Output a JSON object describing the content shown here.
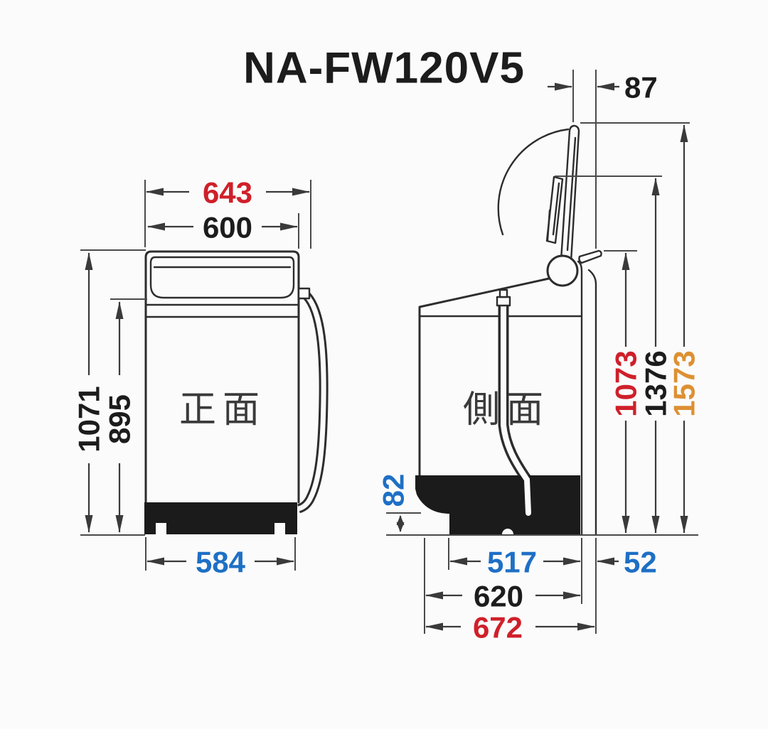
{
  "title": "NA-FW120V5",
  "colors": {
    "red": "#cf202a",
    "blue": "#1e6fc5",
    "orange": "#dd9032",
    "black": "#1c1c1c"
  },
  "front_view": {
    "label": "正面",
    "dims": {
      "overall_width": {
        "value": "643",
        "color": "#cf202a"
      },
      "body_width": {
        "value": "600",
        "color": "#1c1c1c"
      },
      "overall_height": {
        "value": "1071",
        "color": "#1c1c1c"
      },
      "body_height": {
        "value": "895",
        "color": "#1c1c1c"
      },
      "feet_width": {
        "value": "584",
        "color": "#1e6fc5"
      }
    }
  },
  "side_view": {
    "label": "側面",
    "dims": {
      "lid_back_offset": {
        "value": "87",
        "color": "#1c1c1c"
      },
      "height_to_hinge": {
        "value": "1073",
        "color": "#cf202a"
      },
      "height_inner_lid": {
        "value": "1376",
        "color": "#1c1c1c"
      },
      "height_lid_open": {
        "value": "1573",
        "color": "#dd9032"
      },
      "base_clearance": {
        "value": "82",
        "color": "#1e6fc5"
      },
      "feet_depth": {
        "value": "517",
        "color": "#1e6fc5"
      },
      "body_depth": {
        "value": "620",
        "color": "#1c1c1c"
      },
      "overall_depth": {
        "value": "672",
        "color": "#cf202a"
      },
      "back_protrusion": {
        "value": "52",
        "color": "#1e6fc5"
      }
    }
  }
}
